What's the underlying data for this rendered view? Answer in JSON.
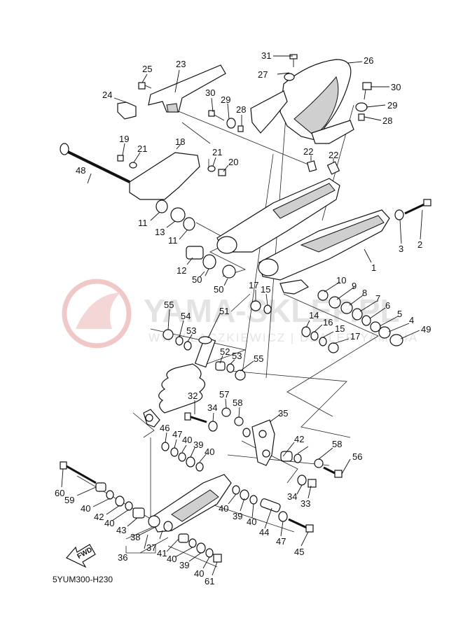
{
  "diagram_code": "5YUM300-H230",
  "watermark": {
    "title": "YAMA-SKLEP.PL",
    "subtitle": "WWW.LACZKIEWICZ | DEALER YAMAHA"
  },
  "fwd_label": "FWD",
  "callouts": [
    "1",
    "2",
    "3",
    "4",
    "5",
    "6",
    "7",
    "8",
    "9",
    "10",
    "11",
    "11",
    "12",
    "13",
    "14",
    "15",
    "15",
    "16",
    "17",
    "17",
    "18",
    "19",
    "20",
    "21",
    "21",
    "22",
    "22",
    "23",
    "24",
    "25",
    "26",
    "27",
    "28",
    "28",
    "29",
    "29",
    "30",
    "30",
    "31",
    "32",
    "33",
    "34",
    "34",
    "35",
    "36",
    "37",
    "38",
    "39",
    "39",
    "39",
    "40",
    "40",
    "40",
    "40",
    "40",
    "40",
    "40",
    "40",
    "41",
    "42",
    "42",
    "43",
    "44",
    "45",
    "46",
    "47",
    "47",
    "48",
    "49",
    "50",
    "50",
    "51",
    "52",
    "53",
    "53",
    "54",
    "55",
    "55",
    "56",
    "57",
    "58",
    "58",
    "59",
    "60",
    "61"
  ],
  "colors": {
    "ink": "#111111",
    "watermark": "#e3e3e3",
    "watermark_logo": "#f0c8c8"
  }
}
